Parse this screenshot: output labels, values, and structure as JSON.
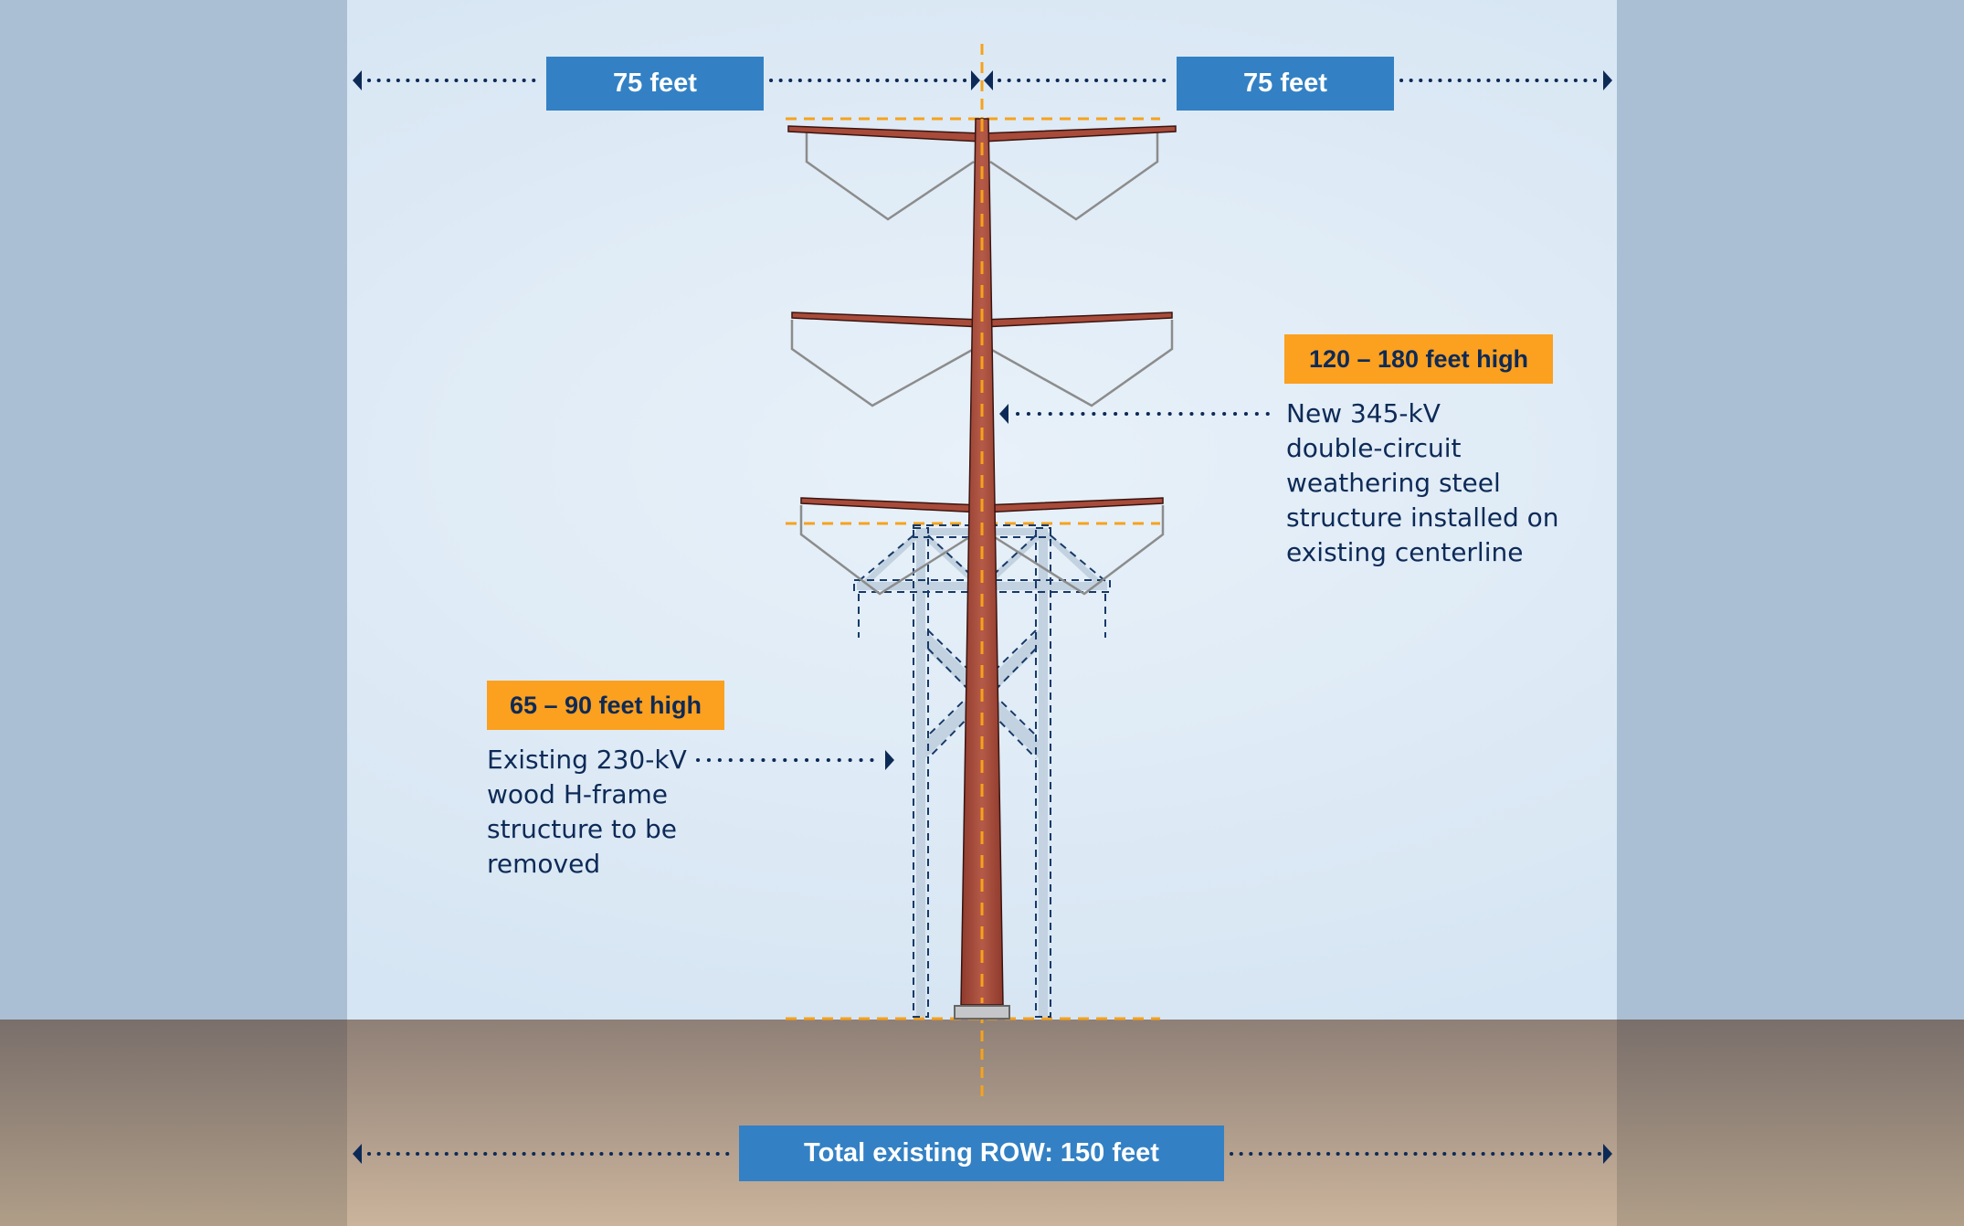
{
  "title": "Transmission line structure comparison",
  "colors": {
    "sky": "#dce8f4",
    "side_panel": "#aabfd4",
    "ground_top": "#8f8077",
    "ground_bottom": "#cab39b",
    "label_blue": "#3381c4",
    "label_orange": "#fba01f",
    "navy": "#0d2a57",
    "pole": "#a84b3a",
    "guide_orange": "#f7a21b",
    "hframe": "#c2d1df"
  },
  "dimensions": {
    "left_width_label": "75 feet",
    "right_width_label": "75 feet",
    "total_row_label": "Total existing ROW: 150 feet"
  },
  "new_structure": {
    "height_label": "120 – 180 feet high",
    "description_lines": [
      "New 345-kV",
      "double-circuit",
      "weathering steel",
      "structure installed on",
      "existing centerline"
    ]
  },
  "existing_structure": {
    "height_label": "65 – 90 feet high",
    "description_lines": [
      "Existing 230-kV",
      "wood H-frame",
      "structure to be",
      "removed"
    ]
  }
}
